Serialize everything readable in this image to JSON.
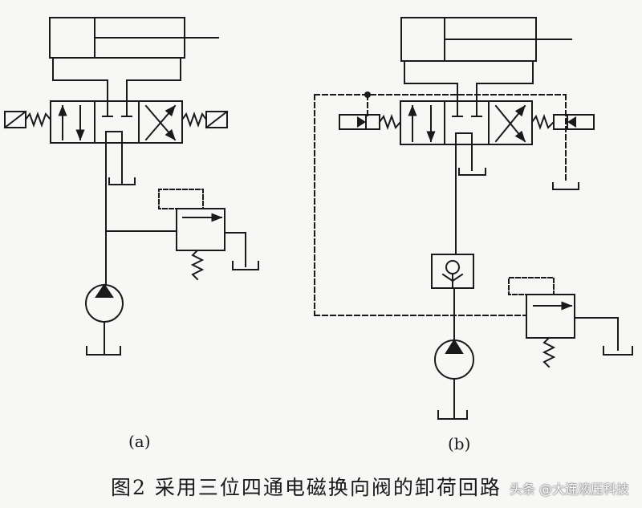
{
  "figure": {
    "label_a": "(a)",
    "label_b": "(b)",
    "caption": "图2  采用三位四通电磁换向阀的卸荷回路",
    "watermark": "头条 @大连液压科技"
  },
  "colors": {
    "line": "#1a1a1a",
    "background": "#f7f7f5"
  },
  "icons": [
    "solenoid-icon",
    "spring-icon",
    "pump-icon",
    "check-valve-icon",
    "relief-valve-icon",
    "tank-icon",
    "cylinder-icon"
  ]
}
